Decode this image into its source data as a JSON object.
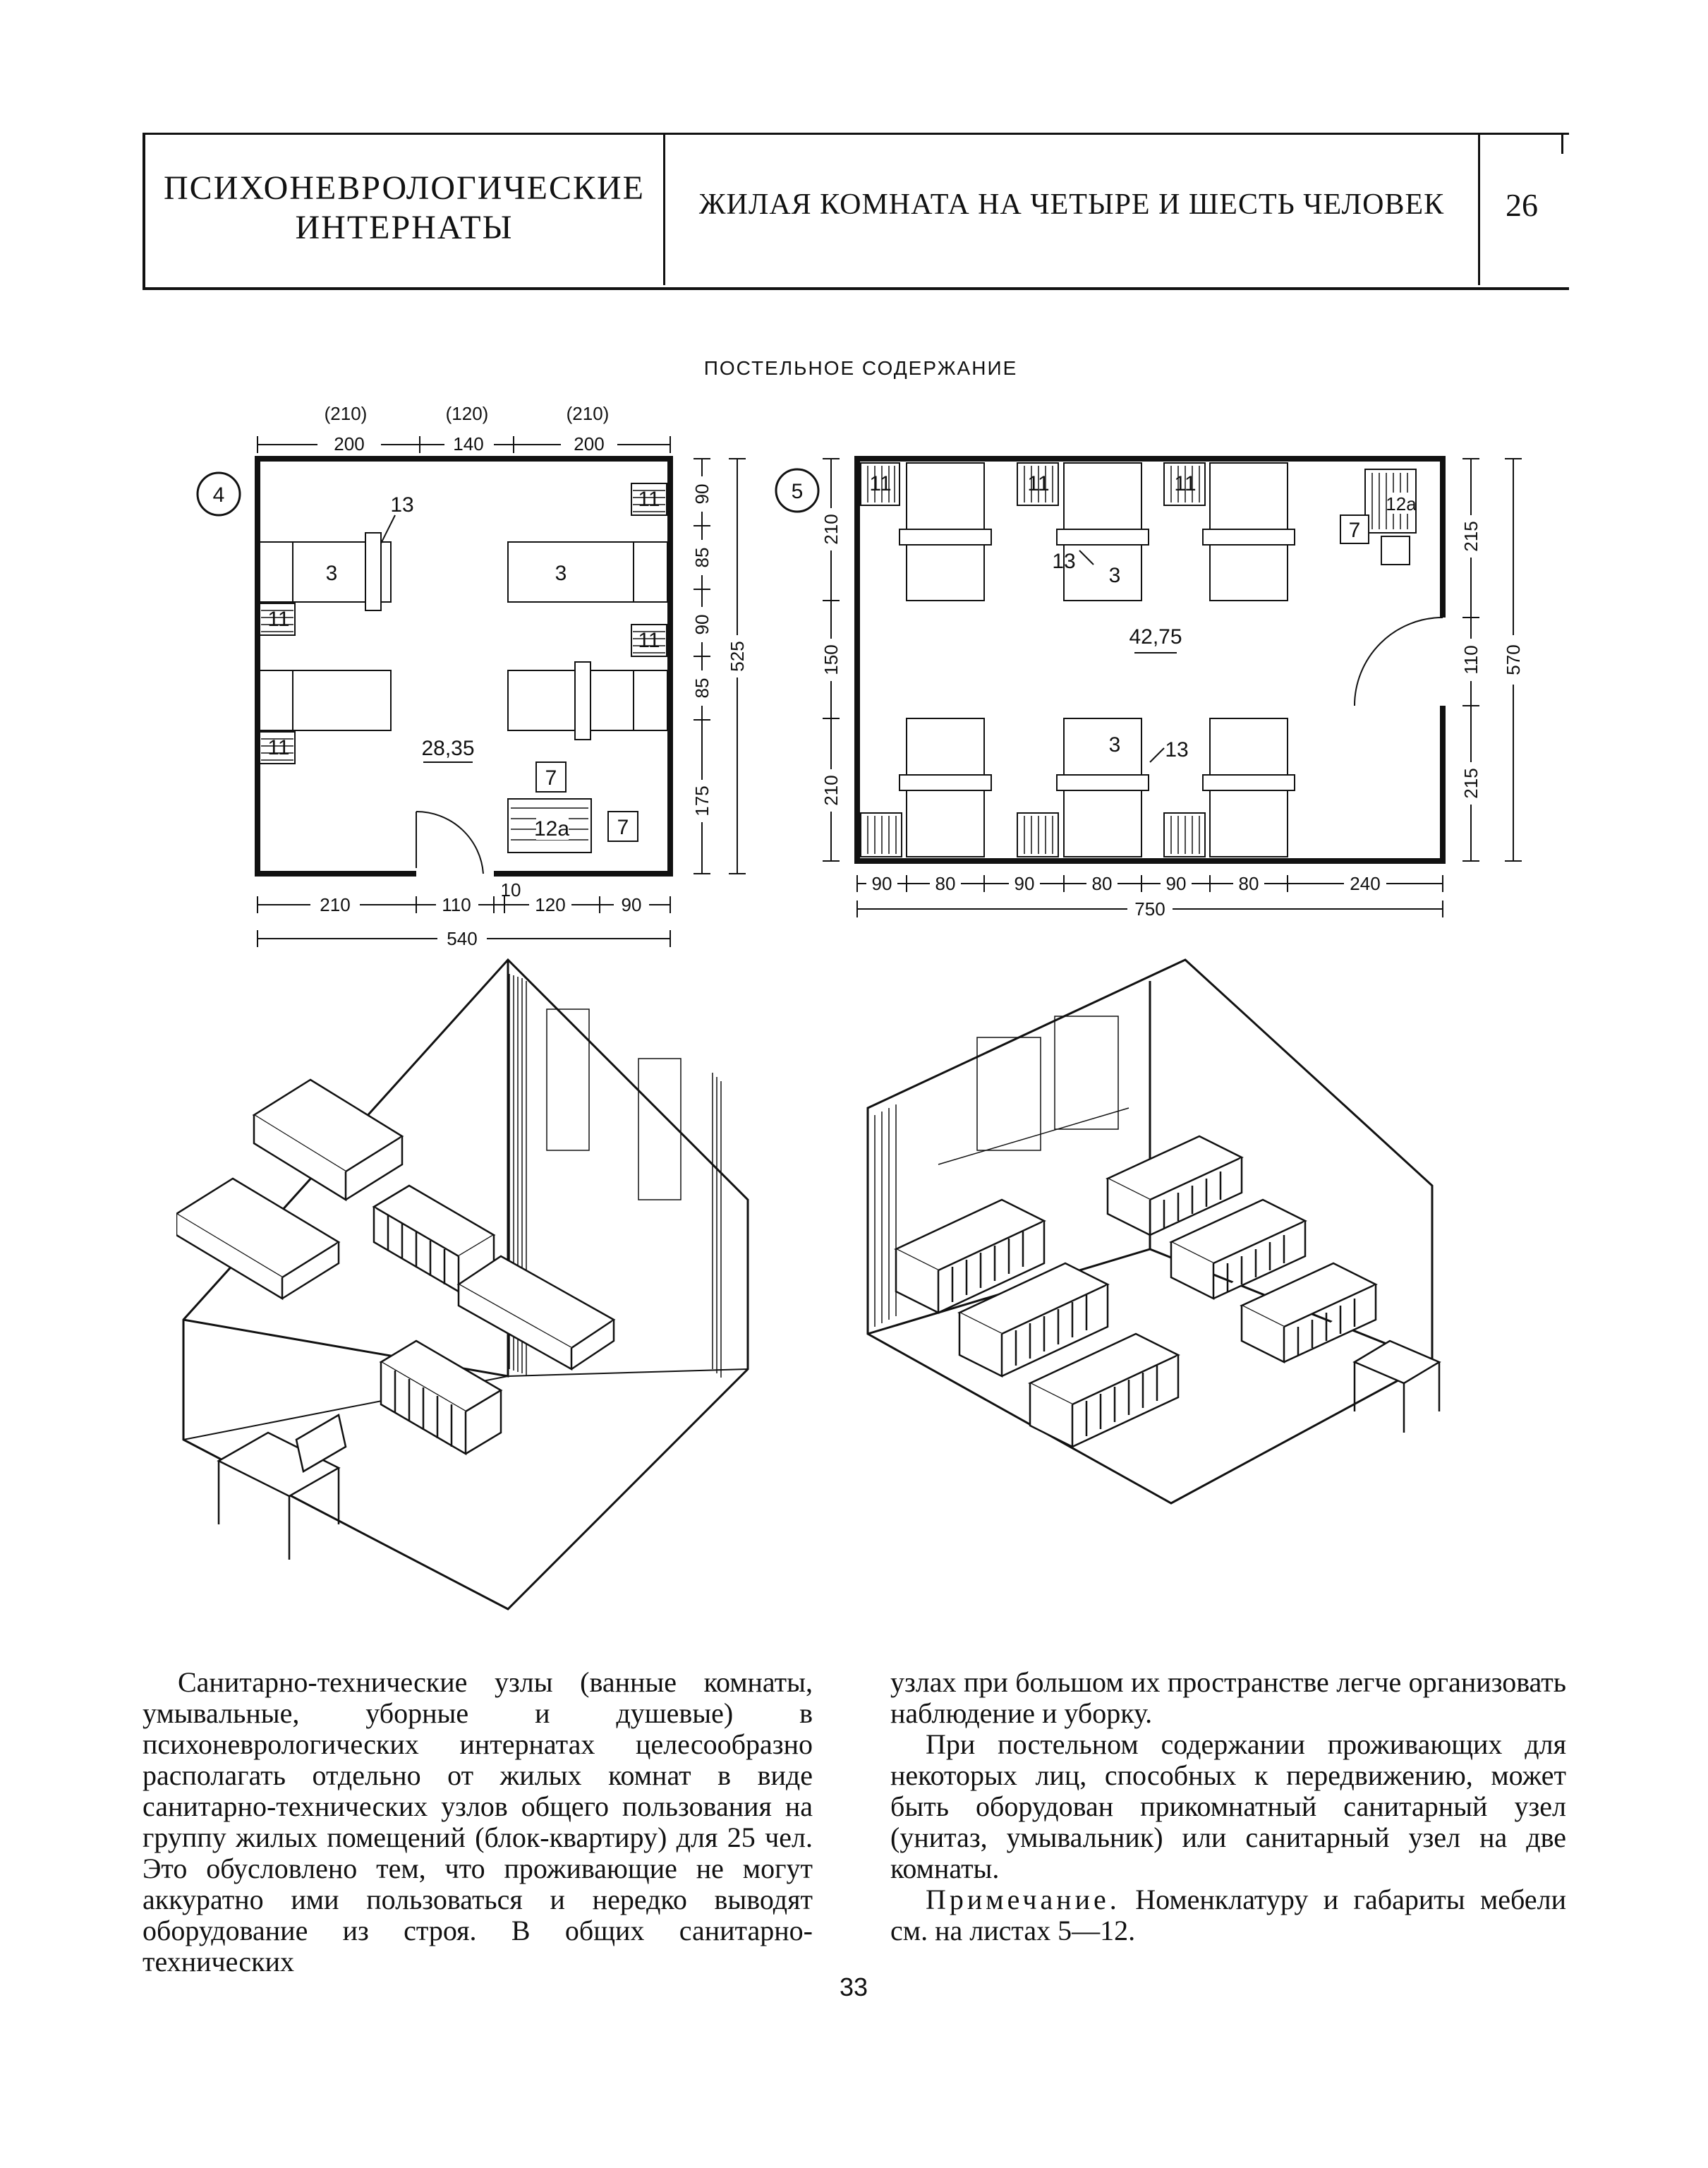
{
  "header": {
    "left_line1": "ПСИХОНЕВРОЛОГИЧЕСКИЕ",
    "left_line2": "ИНТЕРНАТЫ",
    "middle": "ЖИЛАЯ КОМНАТА НА ЧЕТЫРЕ И ШЕСТЬ ЧЕЛОВЕК",
    "sheet_number": "26"
  },
  "section_title": "ПОСТЕЛЬНОЕ СОДЕРЖАНИЕ",
  "plan4": {
    "marker": "4",
    "area": "28,35",
    "top_dims_paren": [
      "(210)",
      "(120)",
      "(210)"
    ],
    "top_dims": [
      "200",
      "140",
      "200"
    ],
    "right_dims": [
      "90",
      "85",
      "90",
      "85",
      "175"
    ],
    "right_total": "525",
    "bottom_dims": [
      "210",
      "110",
      "10",
      "120",
      "90"
    ],
    "bottom_total": "540",
    "labels": {
      "bed": "3",
      "table": "13",
      "nightstand": "11",
      "chair": "7",
      "desk": "12а"
    }
  },
  "plan5": {
    "marker": "5",
    "area": "42,75",
    "left_dims": [
      "210",
      "150",
      "210"
    ],
    "right_dims": [
      "215",
      "110",
      "215"
    ],
    "right_total": "570",
    "bottom_dims": [
      "90",
      "80",
      "90",
      "80",
      "90",
      "80",
      "240"
    ],
    "bottom_total": "750",
    "labels": {
      "bed": "3",
      "table": "13",
      "nightstand": "11",
      "chair": "7",
      "desk": "12а"
    }
  },
  "text": {
    "col1": "Санитарно-технические узлы (ванные комнаты, умывальные, уборные и душевые) в психоневрологических интернатах целесообразно располагать отдельно от жилых комнат в виде санитарно-технических узлов общего пользования на группу жилых помещений (блок-квартиру) для 25 чел. Это обусловлено тем, что проживающие не могут аккуратно ими пользоваться и нередко выводят оборудование из строя. В общих санитарно-технических",
    "col2_p1": "узлах при большом их пространстве легче организовать наблюдение и уборку.",
    "col2_p2": "При постельном содержании проживающих для некоторых лиц, способных к передвижению, может быть оборудован прикомнатный санитарный узел (унитаз, умывальник) или санитарный узел на две комнаты.",
    "col2_note_label": "Примечание.",
    "col2_note": " Номенклатуру и габариты мебели см. на листах 5—12."
  },
  "page_number": "33"
}
